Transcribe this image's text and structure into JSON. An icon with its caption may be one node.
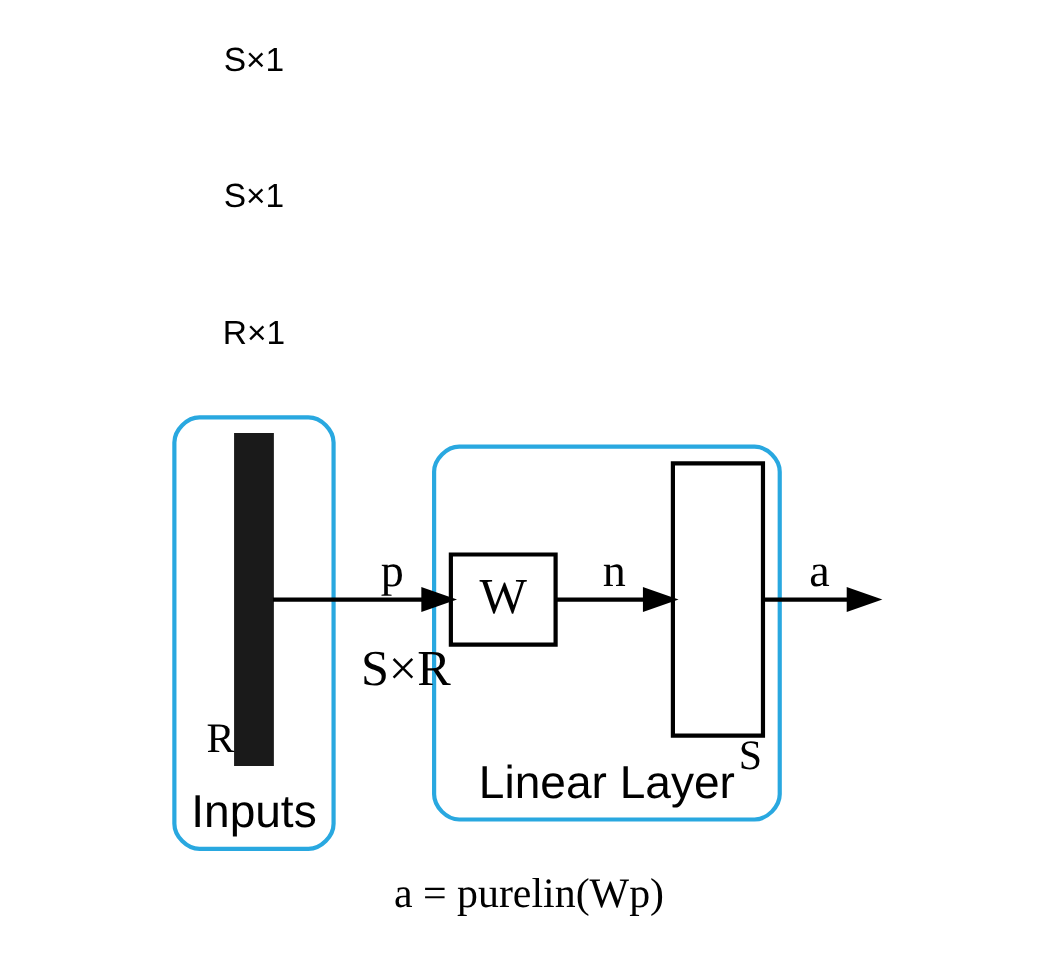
{
  "diagram": {
    "caption": "a = purelin(Wp)",
    "nodes": [
      {
        "text": [
          "Inputs"
        ]
      },
      {
        "text": [],
        "shape": "bar",
        "in": 0,
        "beside": [
          "R"
        ]
      },
      {
        "text": [
          "Linear Layer"
        ]
      },
      {
        "text": [
          "W"
        ],
        "in": 2,
        "beside": [
          "S×R"
        ]
      },
      {
        "text": [],
        "shape": "box",
        "in": 2,
        "beside": [
          "S"
        ]
      }
    ],
    "edges": [
      {
        "from": 1,
        "to": 3,
        "arrow": "to",
        "label": "p"
      },
      {
        "from": 3,
        "to": 4,
        "arrow": "to",
        "label": "n"
      },
      {
        "from": 4,
        "to": null,
        "arrow": "to",
        "label": "a"
      }
    ],
    "labels": [
      "R×1",
      "S×1",
      "S×1"
    ]
  }
}
